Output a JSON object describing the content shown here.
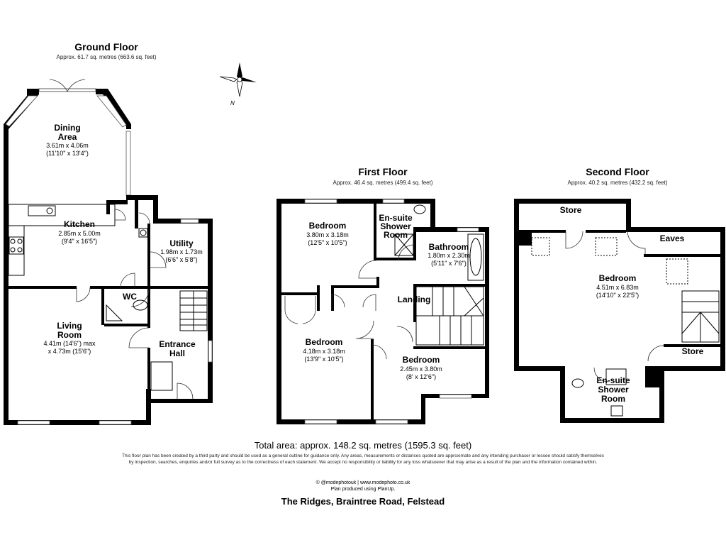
{
  "compass_label": "N",
  "ground_floor": {
    "title": "Ground Floor",
    "area": "Approx. 61.7 sq. metres (663.6 sq. feet)",
    "dining": {
      "name_line1": "Dining",
      "name_line2": "Area",
      "dim_m": "3.61m x 4.06m",
      "dim_ft": "(11'10\" x 13'4\")"
    },
    "kitchen": {
      "name": "Kitchen",
      "dim_m": "2.85m x 5.00m",
      "dim_ft": "(9'4\" x 16'5\")"
    },
    "utility": {
      "name": "Utility",
      "dim_m": "1.98m x 1.73m",
      "dim_ft": "(6'6\" x 5'8\")"
    },
    "wc": {
      "name": "WC"
    },
    "living": {
      "name_line1": "Living",
      "name_line2": "Room",
      "dim_m": "4.41m (14'6\") max",
      "dim_ft": "x 4.73m (15'6\")"
    },
    "hall": {
      "name_line1": "Entrance",
      "name_line2": "Hall"
    }
  },
  "first_floor": {
    "title": "First Floor",
    "area": "Approx. 46.4 sq. metres (499.4 sq. feet)",
    "bedroom1": {
      "name": "Bedroom",
      "dim_m": "3.80m x 3.18m",
      "dim_ft": "(12'5\" x 10'5\")"
    },
    "ensuite": {
      "line1": "En-suite",
      "line2": "Shower",
      "line3": "Room"
    },
    "bathroom": {
      "name": "Bathroom",
      "dim_m": "1.80m x 2.30m",
      "dim_ft": "(5'11\" x 7'6\")"
    },
    "landing": {
      "name": "Landing"
    },
    "bedroom2": {
      "name": "Bedroom",
      "dim_m": "4.18m x 3.18m",
      "dim_ft": "(13'9\" x 10'5\")"
    },
    "bedroom3": {
      "name": "Bedroom",
      "dim_m": "2.45m x 3.80m",
      "dim_ft": "(8' x 12'6\")"
    }
  },
  "second_floor": {
    "title": "Second Floor",
    "area": "Approx. 40.2 sq. metres (432.2 sq. feet)",
    "store_top": {
      "name": "Store"
    },
    "eaves": {
      "name": "Eaves"
    },
    "bedroom": {
      "name": "Bedroom",
      "dim_m": "4.51m x 6.83m",
      "dim_ft": "(14'10\" x 22'5\")"
    },
    "store_right": {
      "name": "Store"
    },
    "ensuite": {
      "line1": "En-suite",
      "line2": "Shower",
      "line3": "Room"
    }
  },
  "footer": {
    "total_area": "Total area: approx. 148.2 sq. metres (1595.3 sq. feet)",
    "disclaimer": "This floor plan has been created by a third party and should be used as a general outline for guidance only. Any areas, measurements or distances quoted are approximate and any intending purchaser or lessee should satisfy themselves by inspection, searches, enquiries and/or full survey as to the correctness of each statement. We accept no responsibility or liability for any loss whatsoever that may arise as a result of the plan and the information contained within.",
    "credit_line1": "© @modephotouk | www.modephoto.co.uk",
    "credit_line2": "Plan produced using PlanUp.",
    "address": "The Ridges, Braintree Road, Felstead"
  }
}
